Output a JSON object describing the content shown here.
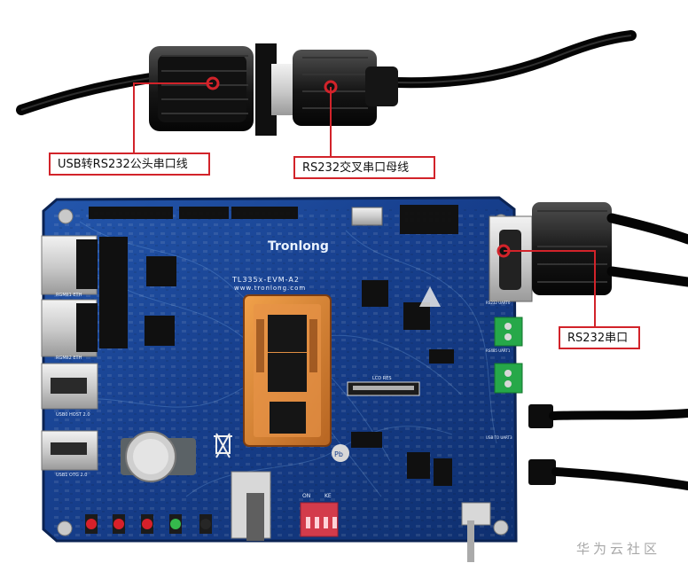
{
  "callouts": {
    "usb_cable": "USB转RS232公头串口线",
    "crossover_cable": "RS232交叉串口母线",
    "board_port": "RS232串口"
  },
  "board": {
    "brand": "Tronlong",
    "model": "TL335x-EVM-A2",
    "website": "www.tronlong.com",
    "labels": {
      "eth1": "RGMII1 ETH",
      "eth2": "RGMII2 ETH",
      "usb_host": "USB0 HOST 2.0",
      "usb_otg": "USB1 OTG 2.0",
      "lcd": "LCD RES",
      "uart0": "RS232 UART0",
      "uart1": "RS485 UART1",
      "usb_to_uart": "USB TO UART3",
      "dip_on": "ON",
      "dip_ke": "KE"
    }
  },
  "watermark": "华为云社区",
  "colors": {
    "callout_border": "#d2232a",
    "board_blue": "#173f8d",
    "board_dark_blue": "#0f2f6f",
    "connector_black": "#191919",
    "metal": "#d8d8d8"
  },
  "icons": {
    "trash": "crossed-bin-icon",
    "esd": "warning-triangle-icon",
    "lead_free": "pb-free-icon"
  }
}
